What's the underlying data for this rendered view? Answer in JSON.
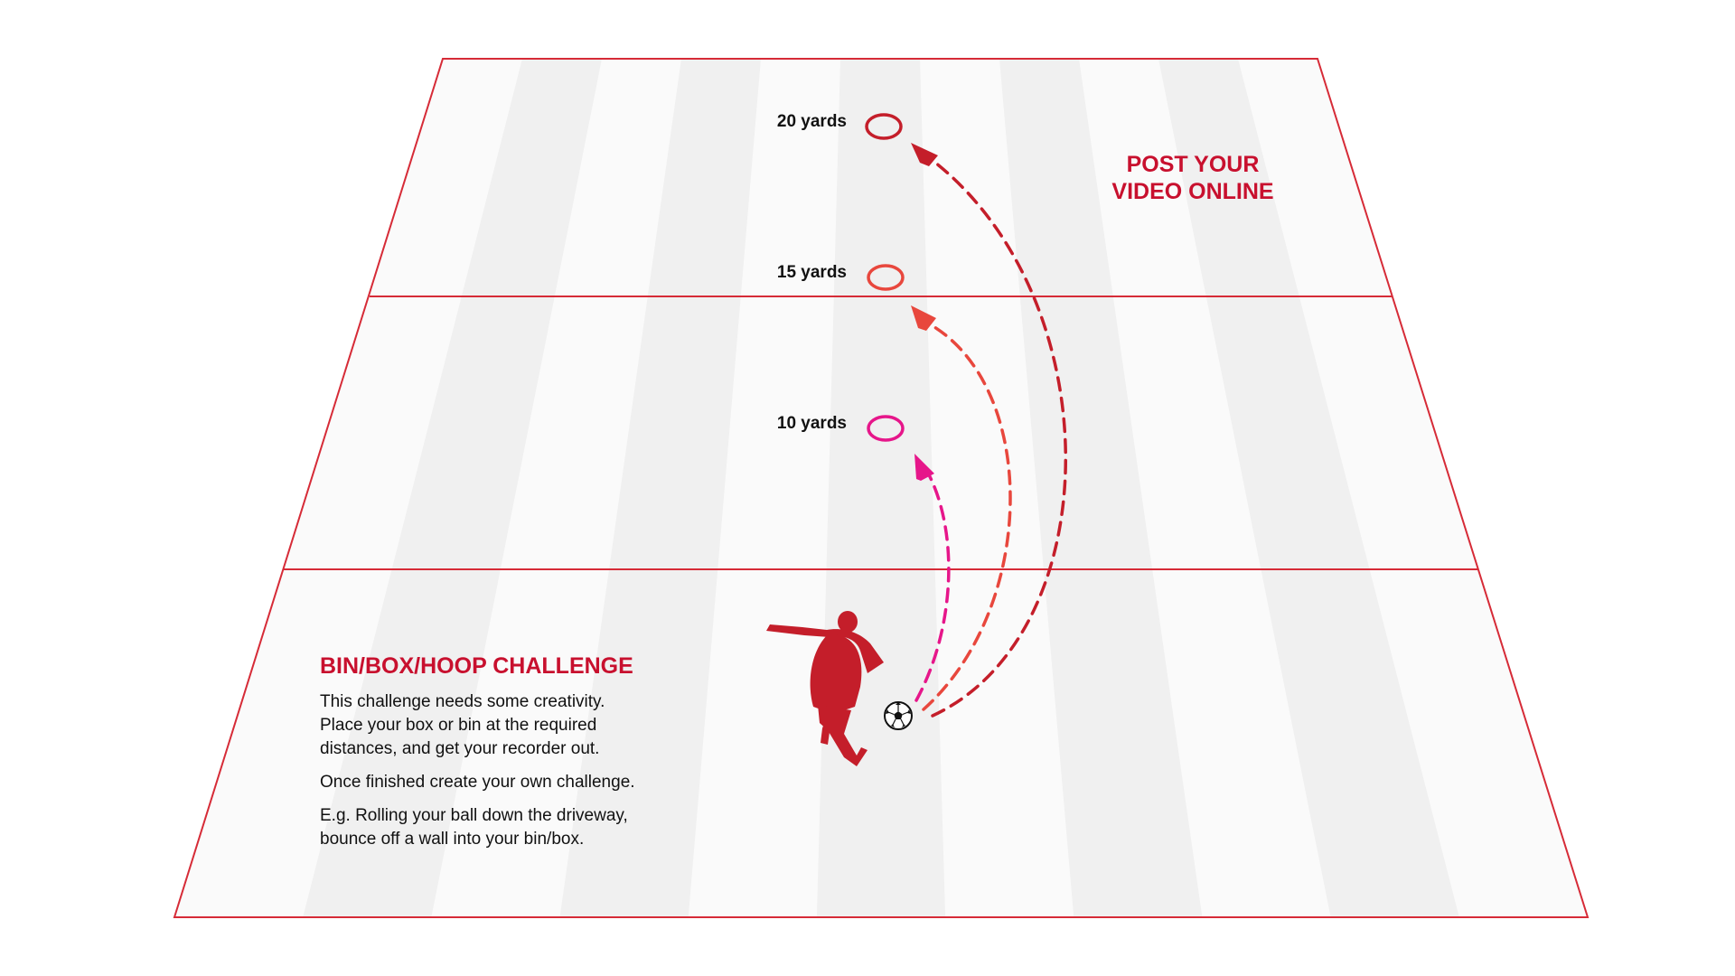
{
  "colors": {
    "field_outline": "#d62b37",
    "stripe_light": "#fafafa",
    "stripe_dark": "#f0f0f0",
    "heading": "#c8102e",
    "player": "#c41e2a"
  },
  "targets": [
    {
      "label": "20 yards",
      "color": "#c41e2a"
    },
    {
      "label": "15 yards",
      "color": "#e8473d"
    },
    {
      "label": "10 yards",
      "color": "#e6168a"
    }
  ],
  "post_video": {
    "line1": "POST YOUR",
    "line2": "VIDEO ONLINE"
  },
  "challenge": {
    "title": "BIN/BOX/HOOP CHALLENGE",
    "paragraph1": [
      "This challenge needs some creativity.",
      "Place your box or bin at the required",
      "distances, and get your recorder out."
    ],
    "paragraph2": [
      "Once finished create your own challenge."
    ],
    "paragraph3": [
      "E.g. Rolling your ball down the driveway,",
      "bounce off a wall into your bin/box."
    ]
  },
  "icons": {
    "player": "player-kicking-icon",
    "ball": "soccer-ball-icon",
    "target": "target-ring-icon"
  }
}
